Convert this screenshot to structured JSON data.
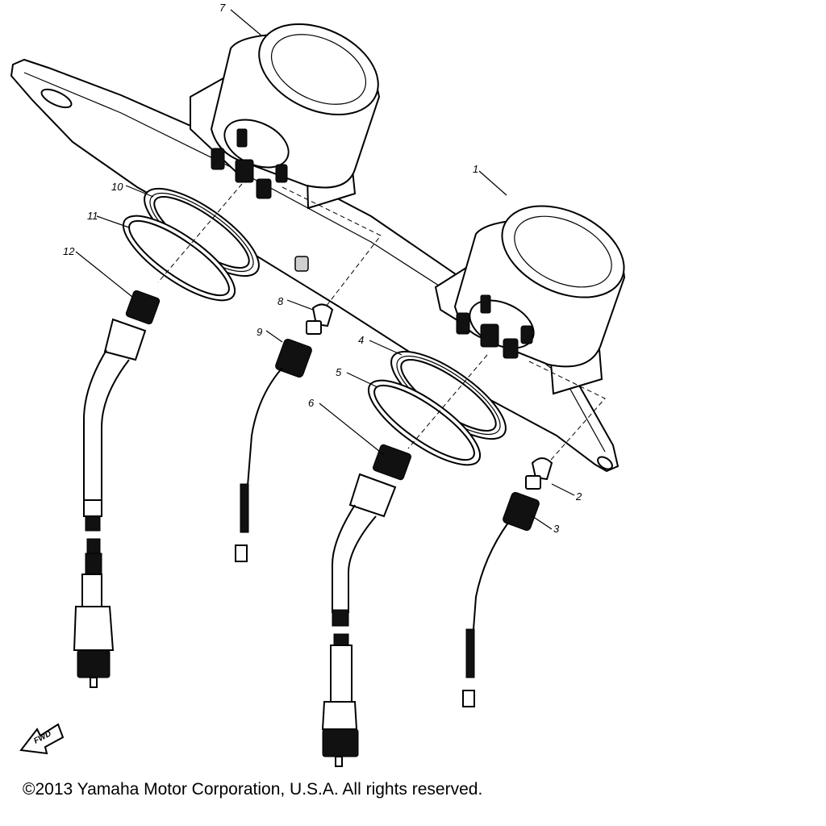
{
  "diagram": {
    "callouts": [
      "1",
      "2",
      "3",
      "4",
      "5",
      "6",
      "7",
      "8",
      "9",
      "10",
      "11",
      "12"
    ],
    "fwd_label": "FWD"
  },
  "footer": {
    "copyright": "©2013 Yamaha Motor Corporation, U.S.A. All rights reserved."
  }
}
